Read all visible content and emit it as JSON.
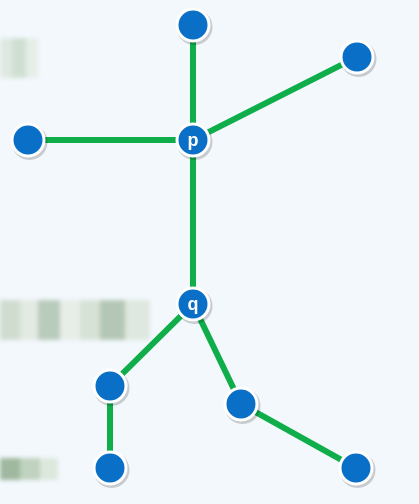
{
  "diagram": {
    "nodes": [
      {
        "id": "top",
        "label": ""
      },
      {
        "id": "top-right",
        "label": ""
      },
      {
        "id": "left",
        "label": ""
      },
      {
        "id": "p",
        "label": "p"
      },
      {
        "id": "q",
        "label": "q"
      },
      {
        "id": "lower-left",
        "label": ""
      },
      {
        "id": "lower-mid",
        "label": ""
      },
      {
        "id": "bottom-left",
        "label": ""
      },
      {
        "id": "bottom-right",
        "label": ""
      }
    ],
    "edges": [
      [
        "top",
        "p"
      ],
      [
        "top-right",
        "p"
      ],
      [
        "left",
        "p"
      ],
      [
        "p",
        "q"
      ],
      [
        "q",
        "lower-left"
      ],
      [
        "q",
        "lower-mid"
      ],
      [
        "lower-left",
        "bottom-left"
      ],
      [
        "lower-mid",
        "bottom-right"
      ]
    ]
  },
  "colors": {
    "background": "#f3f8fd",
    "edge": "#0fae4a",
    "node_fill": "#0a6fc6",
    "node_stroke": "#ffffff"
  }
}
